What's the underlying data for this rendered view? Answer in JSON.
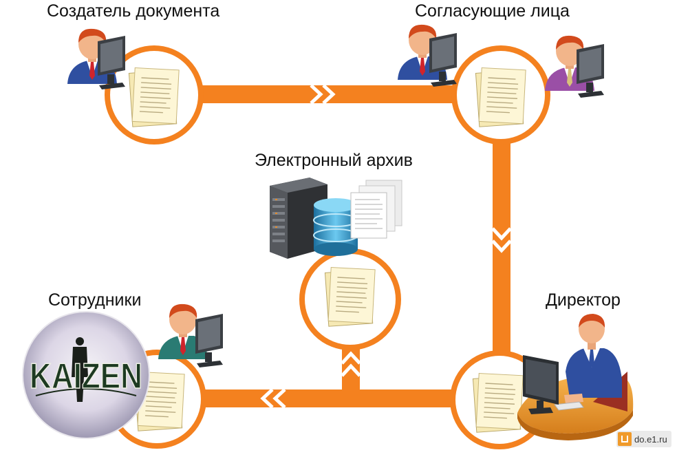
{
  "nodes": {
    "creator": {
      "label": "Создатель документа"
    },
    "approvers": {
      "label": "Согласующие лица"
    },
    "archive": {
      "label": "Электронный архив"
    },
    "employees": {
      "label": "Сотрудники"
    },
    "director": {
      "label": "Директор"
    }
  },
  "badge": {
    "text": "KAIZEN"
  },
  "watermark": {
    "text": "do.e1.ru"
  },
  "colors": {
    "flow": "#f4811f",
    "circle_fill": "#ffffff",
    "paper": "#fbf3cf",
    "monitor": "#3b3f44",
    "shirt_blue": "#2f4fa0",
    "shirt_purple": "#9a4fa6",
    "shirt_teal": "#2a7b73",
    "tie": "#d0242b",
    "skin": "#f2b58a",
    "hair": "#d24a1c",
    "server": "#4a4c50",
    "database": "#2e93c9"
  },
  "icons": [
    "person-at-computer-icon",
    "document-icon",
    "server-icon",
    "database-icon",
    "paper-stack-icon"
  ]
}
